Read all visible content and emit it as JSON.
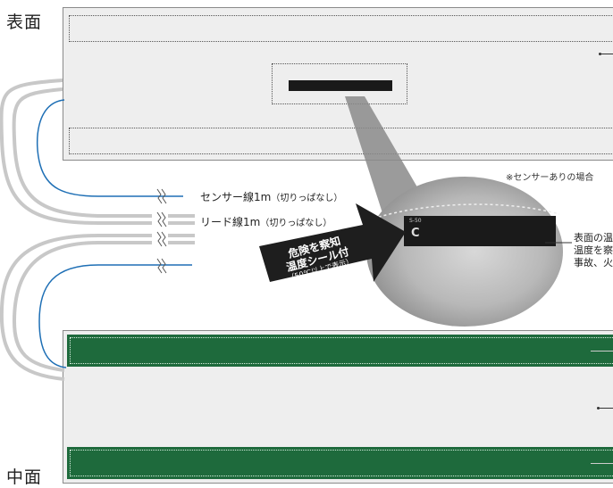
{
  "labels": {
    "front": "表面",
    "middle": "中面"
  },
  "note_sensor": "※センサーありの場合",
  "wires": {
    "sensor": {
      "main": "センサー線1m",
      "paren": "（切りっぱなし）"
    },
    "lead": {
      "main": "リード線1m",
      "paren": "（切りっぱなし）"
    }
  },
  "callout": {
    "line1": "危険を察知",
    "line2": "温度シール付",
    "line3": "（50℃以上で表示）"
  },
  "sticker_text": {
    "small": "S-50",
    "big": "C"
  },
  "description": [
    "表面の温",
    "温度を察",
    "事故、火"
  ],
  "colors": {
    "panel": "#eeeeee",
    "green": "#1e6a3c",
    "sensor_wire": "#1e6fb5",
    "lead_wire": "#c8c8c8",
    "arrow": "#1e1e1e"
  }
}
